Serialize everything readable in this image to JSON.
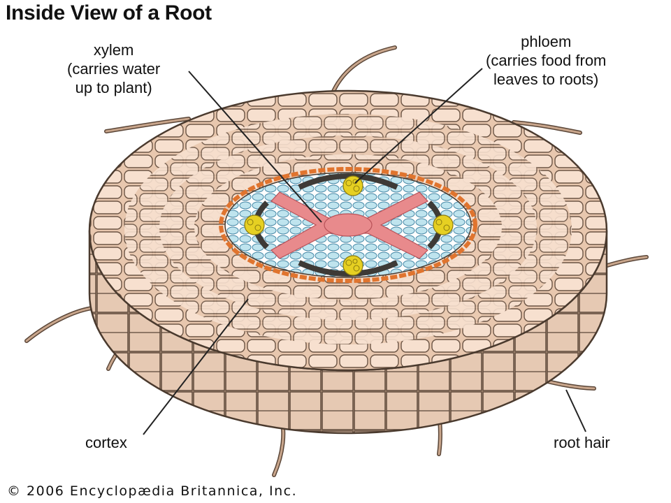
{
  "title": "Inside View of a Root",
  "labels": {
    "xylem": [
      "xylem",
      "(carries water",
      "up to plant)"
    ],
    "phloem": [
      "phloem",
      "(carries food from",
      "leaves to roots)"
    ],
    "cortex": "cortex",
    "root_hair": "root hair"
  },
  "credit": "© 2006 Encyclopædia Britannica, Inc.",
  "colors": {
    "cortex_cell": "#f4d8c4",
    "cortex_side": "#e2c1aa",
    "outline": "#5a4638",
    "endodermis": "#e0742e",
    "stele": "#bfe4ee",
    "xylem": "#e88a8c",
    "phloem": "#e6d022",
    "root_hair": "#b08e76"
  }
}
